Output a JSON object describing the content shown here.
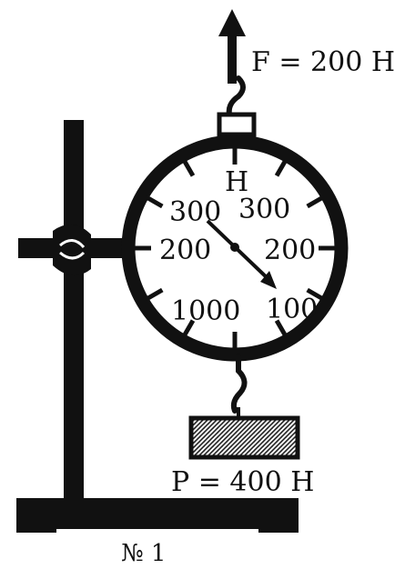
{
  "figure": {
    "force_top": "F = 200 Н",
    "force_bottom": "P = 400 Н",
    "caption": "№ 1"
  },
  "dial": {
    "unit": "Н",
    "labels": {
      "upper_left": "300",
      "upper_right": "300",
      "middle_left": "200",
      "middle_right": "200",
      "lower_left": "1000",
      "lower_right": "100"
    }
  },
  "colors": {
    "ink": "#111111",
    "paper": "#ffffff",
    "weight_fill": "#555555"
  },
  "icons": {
    "up_arrow": "up-arrow-icon",
    "hook": "hook-icon"
  }
}
